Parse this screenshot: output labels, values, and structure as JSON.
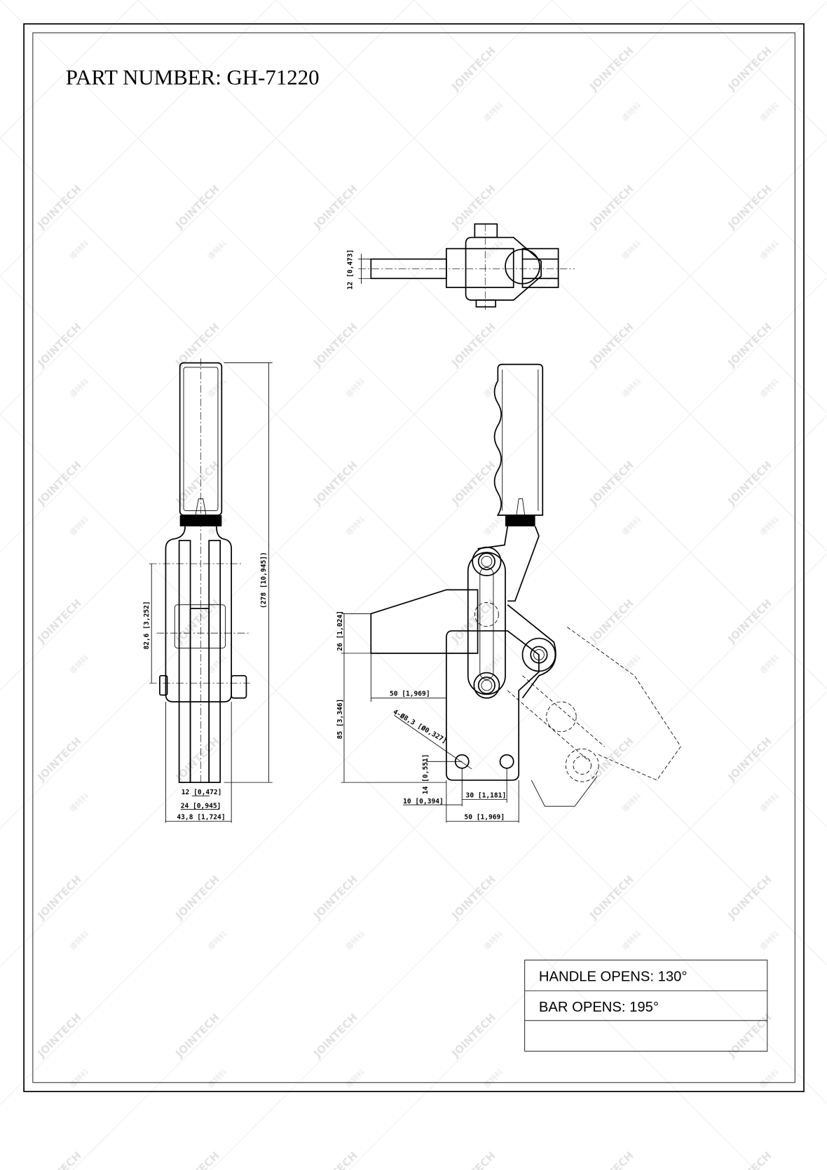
{
  "title": "PART NUMBER:  GH-71220",
  "watermark": {
    "text": "JOINTECH",
    "subtext": "導特科"
  },
  "spec_table": {
    "rows": [
      "HANDLE OPENS: 130°",
      "BAR OPENS: 195°",
      ""
    ]
  },
  "top_view": {
    "dims": {
      "bar_thickness": "12 [0,473]"
    }
  },
  "side_view": {
    "dims": {
      "overall_height": "(278 [10,945])",
      "pivot_spacing": "82,6 [3,252]",
      "arm_width": "12 [0,472]",
      "inner_width": "24 [0,945]",
      "overall_width": "43,8 [1,724]"
    }
  },
  "front_view": {
    "dims": {
      "bar_height": "26 [1,024]",
      "bar_reach": "50 [1,969]",
      "base_height": "85 [3,346]",
      "holes": "4-Ø8,3 [Ø0,327]",
      "hole_height": "14 [0,551]",
      "hole_offset": "10 [0,394]",
      "hole_spacing": "30 [1,181]",
      "base_width": "50 [1,969]"
    }
  }
}
